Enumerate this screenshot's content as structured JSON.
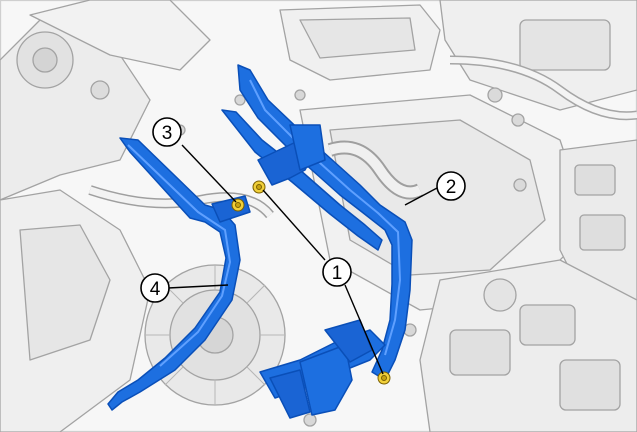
{
  "diagram": {
    "callouts": [
      {
        "id": "c1",
        "label": "1"
      },
      {
        "id": "c2",
        "label": "2"
      },
      {
        "id": "c3",
        "label": "3"
      },
      {
        "id": "c4",
        "label": "4"
      }
    ],
    "colors": {
      "highlight": "#1d6fe0",
      "highlight_dark": "#0a4fb8",
      "background_part": "#ebebeb",
      "outline": "#9a9a9a",
      "bolt": "#f1d03a"
    }
  }
}
